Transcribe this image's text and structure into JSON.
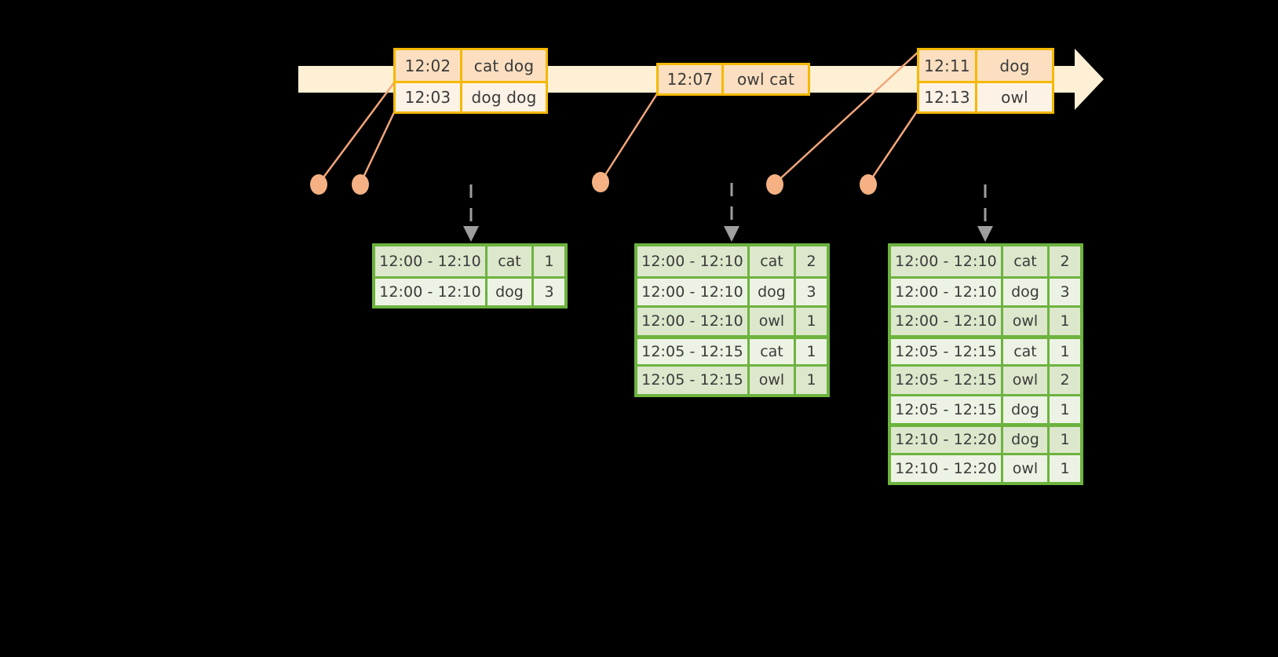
{
  "diagram": {
    "title": "windowed-aggregation-timeline",
    "colors": {
      "background": "#000000",
      "timeline_fill": "#FDF0D5",
      "timeline_stroke": "#FDF0D5",
      "event_border": "#F5B800",
      "event_fill_dark": "#FBDFC0",
      "event_fill_light": "#FDF2E6",
      "connector": "#F2A679",
      "dot": "#F5B183",
      "result_border": "#6DB33F",
      "result_fill_dark": "#DCE7CC",
      "result_fill_light": "#EDF3E4",
      "dashed_arrow": "#9E9E9E",
      "text": "#3a3a3a"
    }
  },
  "timeline": {
    "events": [
      {
        "id": "event-group-1",
        "rows": [
          {
            "time": "12:02",
            "words": "cat dog"
          },
          {
            "time": "12:03",
            "words": "dog dog"
          }
        ]
      },
      {
        "id": "event-group-2",
        "rows": [
          {
            "time": "12:07",
            "words": "owl cat"
          }
        ]
      },
      {
        "id": "event-group-3",
        "rows": [
          {
            "time": "12:11",
            "words": "dog"
          },
          {
            "time": "12:13",
            "words": "owl"
          }
        ]
      }
    ]
  },
  "results": [
    {
      "id": "result-table-1",
      "rows": [
        {
          "window": "12:00 - 12:10",
          "key": "cat",
          "count": "1"
        },
        {
          "window": "12:00 - 12:10",
          "key": "dog",
          "count": "3"
        }
      ]
    },
    {
      "id": "result-table-2",
      "rows": [
        {
          "window": "12:00 - 12:10",
          "key": "cat",
          "count": "2"
        },
        {
          "window": "12:00 - 12:10",
          "key": "dog",
          "count": "3"
        },
        {
          "window": "12:00 - 12:10",
          "key": "owl",
          "count": "1"
        },
        {
          "window": "12:05 - 12:15",
          "key": "cat",
          "count": "1"
        },
        {
          "window": "12:05 - 12:15",
          "key": "owl",
          "count": "1"
        }
      ]
    },
    {
      "id": "result-table-3",
      "rows": [
        {
          "window": "12:00 - 12:10",
          "key": "cat",
          "count": "2"
        },
        {
          "window": "12:00 - 12:10",
          "key": "dog",
          "count": "3"
        },
        {
          "window": "12:00 - 12:10",
          "key": "owl",
          "count": "1"
        },
        {
          "window": "12:05 - 12:15",
          "key": "cat",
          "count": "1"
        },
        {
          "window": "12:05 - 12:15",
          "key": "owl",
          "count": "2"
        },
        {
          "window": "12:05 - 12:15",
          "key": "dog",
          "count": "1"
        },
        {
          "window": "12:10 - 12:20",
          "key": "dog",
          "count": "1"
        },
        {
          "window": "12:10 - 12:20",
          "key": "owl",
          "count": "1"
        }
      ]
    }
  ]
}
